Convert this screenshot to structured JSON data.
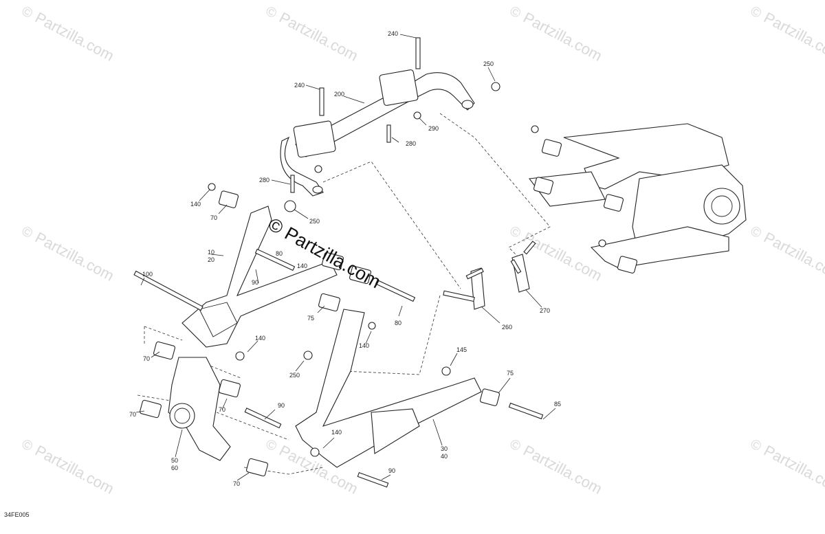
{
  "diagram": {
    "code": "34FE005",
    "brand_watermark": "© Partzilla.com",
    "bg_watermark": "Partzilla.com",
    "copyright_symbol": "©",
    "callouts": {
      "c240a": "240",
      "c240b": "240",
      "c200": "200",
      "c250a": "250",
      "c290": "290",
      "c280a": "280",
      "c280b": "280",
      "c250b": "250",
      "c140a": "140",
      "c70a": "70",
      "c80a": "80",
      "c10": "10",
      "c20": "20",
      "c90a": "90",
      "c140b": "140",
      "c100": "100",
      "c75a": "75",
      "c80b": "80",
      "c140c": "140",
      "c140d": "140",
      "c70b": "70",
      "c250c": "250",
      "c70c": "70",
      "c90b": "90",
      "c70d": "70",
      "c50": "50",
      "c60": "60",
      "c70e": "70",
      "c145": "145",
      "c75b": "75",
      "c85": "85",
      "c30": "30",
      "c40": "40",
      "c140e": "140",
      "c90c": "90",
      "c260": "260",
      "c270": "270"
    }
  }
}
